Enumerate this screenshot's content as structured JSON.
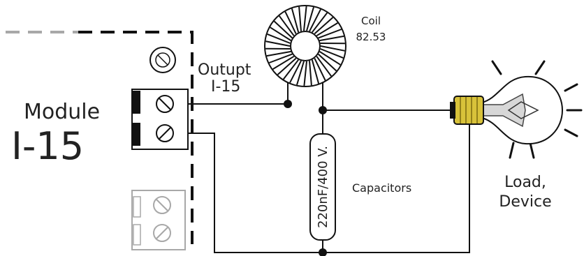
{
  "labels": {
    "module_line1": "Module",
    "module_line2": "I-15",
    "output_line1": "Outupt",
    "output_line2": "I-15",
    "coil_line1": "Coil",
    "coil_line2": "82.53",
    "capacitor_value": "220nF/400 V.",
    "capacitors": "Capacitors",
    "load_line1": "Load,",
    "load_line2": "Device"
  },
  "colors": {
    "wire": "#111111",
    "inactive": "#a8a8a8",
    "bulb_socket": "#d8c23a",
    "background": "#ffffff"
  },
  "icons": {
    "bulb": "light-bulb-icon",
    "coil": "toroid-coil-icon",
    "capacitor": "capacitor-icon",
    "terminal": "screw-terminal-icon"
  }
}
